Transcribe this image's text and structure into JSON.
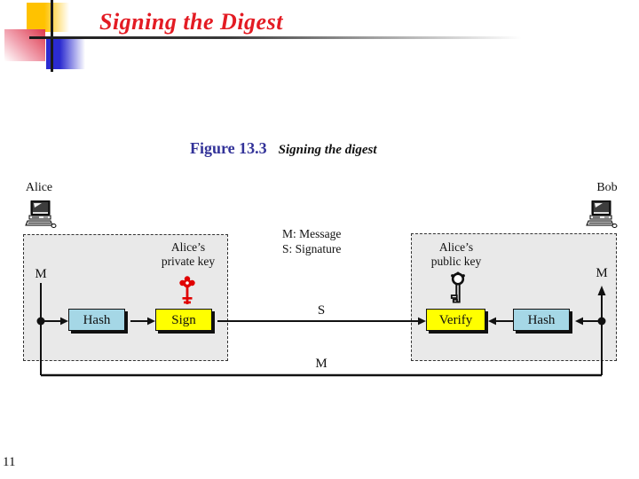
{
  "slide": {
    "title": "Signing the Digest",
    "page_number": "11"
  },
  "caption": {
    "figure_label": "Figure 13.3",
    "figure_title": "Signing the digest"
  },
  "legend": {
    "line1": "M: Message",
    "line2": "S: Signature"
  },
  "diagram": {
    "alice_label": "Alice",
    "bob_label": "Bob",
    "left_group": {
      "key_caption_line1": "Alice’s",
      "key_caption_line2": "private key",
      "input_label": "M",
      "hash_label": "Hash",
      "sign_label": "Sign"
    },
    "right_group": {
      "key_caption_line1": "Alice’s",
      "key_caption_line2": "public key",
      "output_label": "M",
      "verify_label": "Verify",
      "hash_label": "Hash"
    },
    "signature_label": "S",
    "bottom_message_label": "M",
    "icons": {
      "alice": "computer-icon",
      "bob": "computer-icon",
      "private_key": "red-key-icon",
      "public_key": "black-key-icon"
    },
    "colors": {
      "title_red": "#E31B23",
      "figure_blue": "#333399",
      "hash_fill": "#A5D7E6",
      "sign_fill": "#FFFF00",
      "verify_fill": "#FFFF00",
      "dashed_box_fill": "#E9E9E9",
      "private_key_red": "#E00000",
      "public_key_black": "#111111"
    }
  }
}
